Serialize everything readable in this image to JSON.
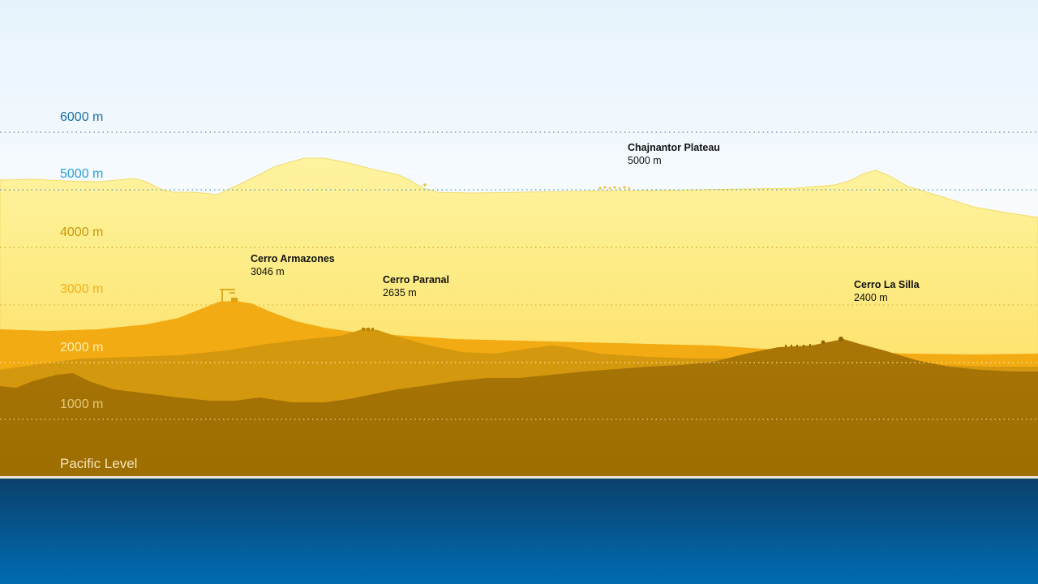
{
  "chart_data": {
    "type": "diagram",
    "title": "",
    "description": "Altitude profile of ESO observatory sites in Chile",
    "axis": {
      "unit": "m",
      "ticks": [
        {
          "label": "6000 m",
          "value": 6000,
          "color": "#1b6fa8"
        },
        {
          "label": "5000 m",
          "value": 5000,
          "color": "#2a9fd6"
        },
        {
          "label": "4000 m",
          "value": 4000,
          "color": "#c9970e"
        },
        {
          "label": "3000 m",
          "value": 3000,
          "color": "#f2b21c"
        },
        {
          "label": "2000 m",
          "value": 2000,
          "color": "#fdeeb0"
        },
        {
          "label": "1000 m",
          "value": 1000,
          "color": "#e6c77a"
        }
      ],
      "baseline_label": "Pacific Level"
    },
    "sites": [
      {
        "name": "Chajnantor Plateau",
        "altitude_label": "5000 m",
        "altitude": 5000
      },
      {
        "name": "Cerro Armazones",
        "altitude_label": "3046 m",
        "altitude": 3046
      },
      {
        "name": "Cerro Paranal",
        "altitude_label": "2635 m",
        "altitude": 2635
      },
      {
        "name": "Cerro La Silla",
        "altitude_label": "2400 m",
        "altitude": 2400
      }
    ]
  },
  "labels": {
    "alt6000": "6000 m",
    "alt5000": "5000 m",
    "alt4000": "4000 m",
    "alt3000": "3000 m",
    "alt2000": "2000 m",
    "alt1000": "1000 m",
    "pacific": "Pacific Level"
  },
  "peaks": {
    "chajnantor": {
      "name": "Chajnantor Plateau",
      "alt": "5000 m"
    },
    "armazones": {
      "name": "Cerro Armazones",
      "alt": "3046 m"
    },
    "paranal": {
      "name": "Cerro Paranal",
      "alt": "2635 m"
    },
    "lasilla": {
      "name": "Cerro La Silla",
      "alt": "2400 m"
    }
  },
  "colors": {
    "sky_top": "#e6f3fc",
    "ridge_far": "#fdf29a",
    "band_mid": "#fde05a",
    "layer_orange": "#f2ab12",
    "layer_ochre": "#d4980f",
    "layer_brown": "#a97607",
    "ground": "#9f6e00",
    "ocean_top": "#0b426d",
    "ocean_bottom": "#0069b0"
  }
}
